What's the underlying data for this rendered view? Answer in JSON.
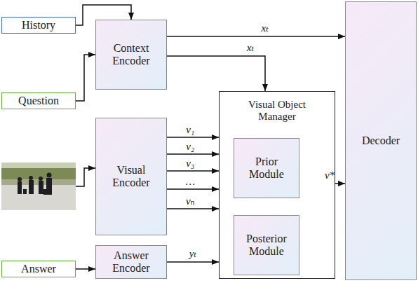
{
  "diagram": {
    "nodes": [
      {
        "text": [
          "History"
        ]
      },
      {
        "text": [
          "Question"
        ]
      },
      {
        "text": [
          "Context Encoder"
        ]
      },
      {
        "text": [
          "Visual Encoder"
        ]
      },
      {
        "text": [
          "Answer"
        ]
      },
      {
        "text": [
          "Answer Encoder"
        ]
      },
      {
        "text": [
          "Visual Object Manager"
        ]
      },
      {
        "text": [
          "Prior Module"
        ],
        "in": 6
      },
      {
        "text": [
          "Posterior Module"
        ],
        "in": 6
      },
      {
        "text": [
          "Decoder"
        ]
      }
    ],
    "edges": [
      {
        "from": 0,
        "to": 2,
        "arrow": "to"
      },
      {
        "from": 1,
        "to": 2,
        "arrow": "to"
      },
      {
        "from": 2,
        "to": 9,
        "label": "xₜ",
        "arrow": "to"
      },
      {
        "from": 2,
        "to": 6,
        "label": "xₜ",
        "arrow": "to"
      },
      {
        "from": 3,
        "to": 6,
        "label": "v₁",
        "arrow": "to"
      },
      {
        "from": 3,
        "to": 6,
        "label": "v₂",
        "arrow": "to"
      },
      {
        "from": 3,
        "to": 6,
        "label": "v₃",
        "arrow": "to"
      },
      {
        "from": 3,
        "to": 6,
        "label": "…",
        "arrow": "to"
      },
      {
        "from": 3,
        "to": 6,
        "label": "vₙ",
        "arrow": "to"
      },
      {
        "from": 4,
        "to": 5,
        "arrow": "to"
      },
      {
        "from": 5,
        "to": 6,
        "label": "yₜ",
        "arrow": "to"
      },
      {
        "from": 6,
        "to": 9,
        "label": "v*",
        "arrow": "to"
      }
    ]
  }
}
